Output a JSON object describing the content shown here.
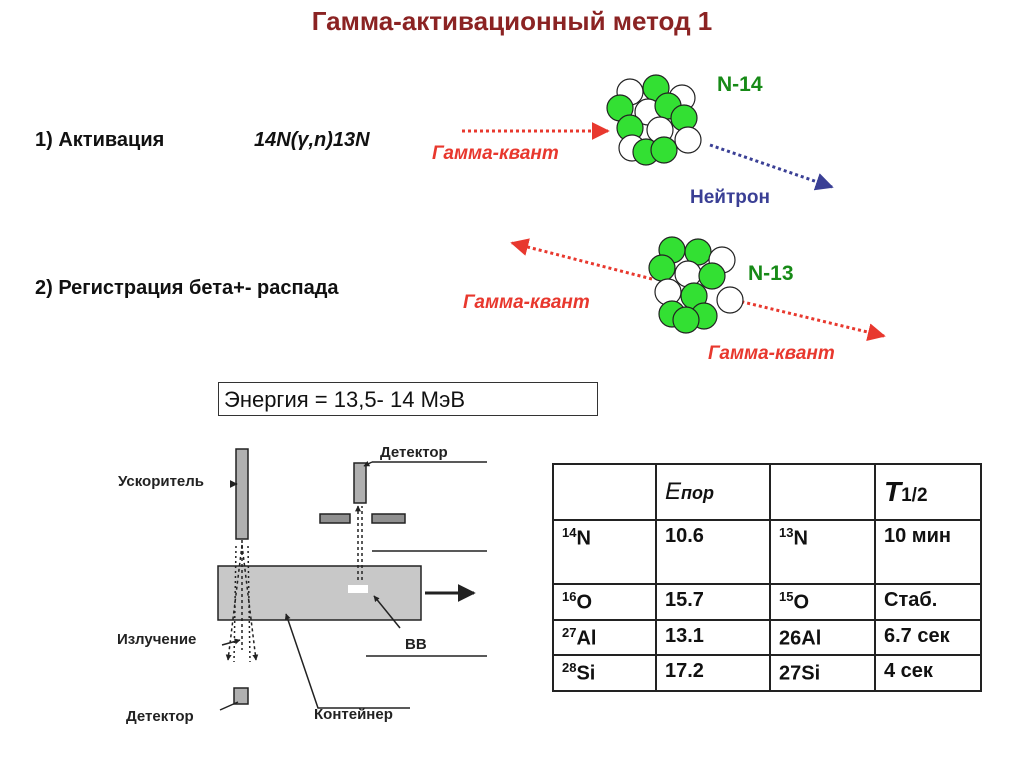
{
  "title": "Гамма-активационный метод 1",
  "step1": {
    "label": "1) Активация",
    "reaction": "14N(γ,n)13N"
  },
  "step2": {
    "label": "2) Регистрация бета+- распада"
  },
  "labels": {
    "gamma1": "Гамма-квант",
    "neutron": "Нейтрон",
    "n14": "N-14",
    "n13": "N-13",
    "gamma2": "Гамма-квант",
    "gamma3": "Гамма-квант"
  },
  "energy": "Энергия = 13,5- 14 МэВ",
  "diagram": {
    "accelerator": "Ускоритель",
    "detector_top": "Детектор",
    "radiation": "Излучение",
    "explosive": "ВВ",
    "detector_bottom": "Детектор",
    "container": "Контейнер"
  },
  "table": {
    "header": {
      "e_main": "E",
      "e_sub": "пор",
      "t_main": "T",
      "t_sub": "1/2"
    },
    "rows": [
      {
        "iso_mass": "14",
        "iso_sym": "N",
        "e": "10.6",
        "prod_mass": "13",
        "prod_sym": "N",
        "t": "10 мин"
      },
      {
        "iso_mass": "16",
        "iso_sym": "O",
        "e": "15.7",
        "prod_mass": "15",
        "prod_sym": "O",
        "t": "Стаб."
      },
      {
        "iso_mass": "27",
        "iso_sym": "Al",
        "e": "13.1",
        "prod_mass": "",
        "prod_sym": "26Al",
        "t": "6.7 сек"
      },
      {
        "iso_mass": "28",
        "iso_sym": "Si",
        "e": "17.2",
        "prod_mass": "",
        "prod_sym": "27Si",
        "t": "4 сек"
      }
    ]
  },
  "colors": {
    "title": "#8b2323",
    "gamma_arrow": "#e8382e",
    "neutron_arrow": "#3a3f95",
    "nucleon_green": "#33e033",
    "label_green": "#178a17"
  }
}
